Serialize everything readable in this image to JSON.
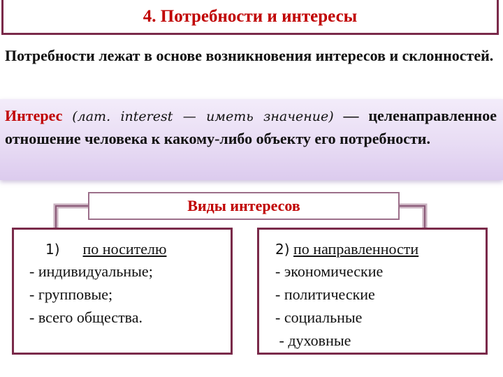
{
  "title": "4. Потребности и интересы",
  "intro": "Потребности лежат в основе возникновения интересов и склонностей.",
  "definition": {
    "term": "Интерес",
    "etymology": "(лат. interest — иметь значение)",
    "dash": "—",
    "text": "целенаправленное отношение человека к какому-либо объекту его потребности."
  },
  "kinds": {
    "title": "Виды интересов",
    "groups": [
      {
        "number": "1)",
        "category": "по носителю",
        "items": [
          "- индивидуальные;",
          "- групповые;",
          "- всего общества."
        ]
      },
      {
        "number": "2)",
        "category": "по направленности",
        "items": [
          "- экономические",
          "- политические",
          "- социальные",
          " - духовные"
        ]
      }
    ]
  },
  "colors": {
    "accent_red": "#c00000",
    "frame": "#7a2a4a",
    "panel": "#e8dcf4"
  }
}
